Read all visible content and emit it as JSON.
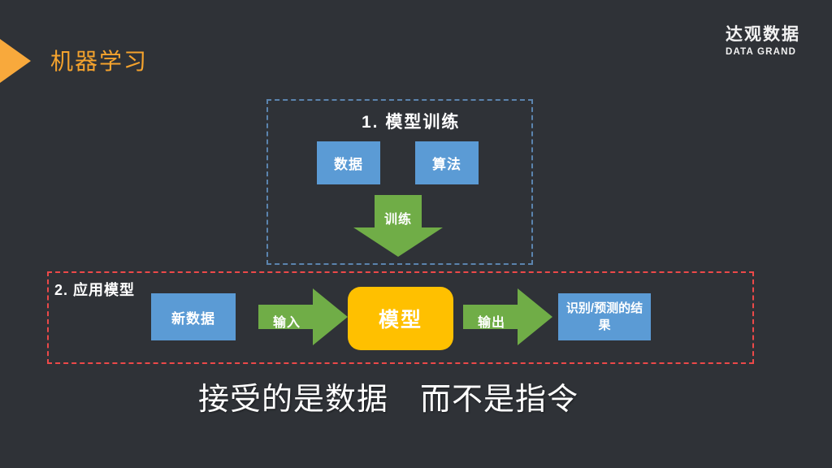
{
  "header": {
    "title": "机器学习",
    "logo_cn": "达观数据",
    "logo_en": "DATA GRAND"
  },
  "training": {
    "label": "1. 模型训练",
    "data_box": "数据",
    "algorithm_box": "算法",
    "arrow_label": "训练"
  },
  "apply": {
    "label": "2. 应用模型",
    "new_data_box": "新数据",
    "input_arrow_label": "输入",
    "model_box": "模型",
    "output_arrow_label": "输出",
    "result_box": "识别/预测的结果"
  },
  "caption": {
    "text": "接受的是数据　而不是指令"
  },
  "colors": {
    "background": "#2F3237",
    "accent_orange": "#F5A32D",
    "box_blue": "#5B9BD5",
    "arrow_green": "#70AD47",
    "model_yellow": "#FFC000",
    "training_border_blue": "#5B84AE",
    "apply_border_red": "#EC4949",
    "text_white": "#FFFFFF"
  }
}
